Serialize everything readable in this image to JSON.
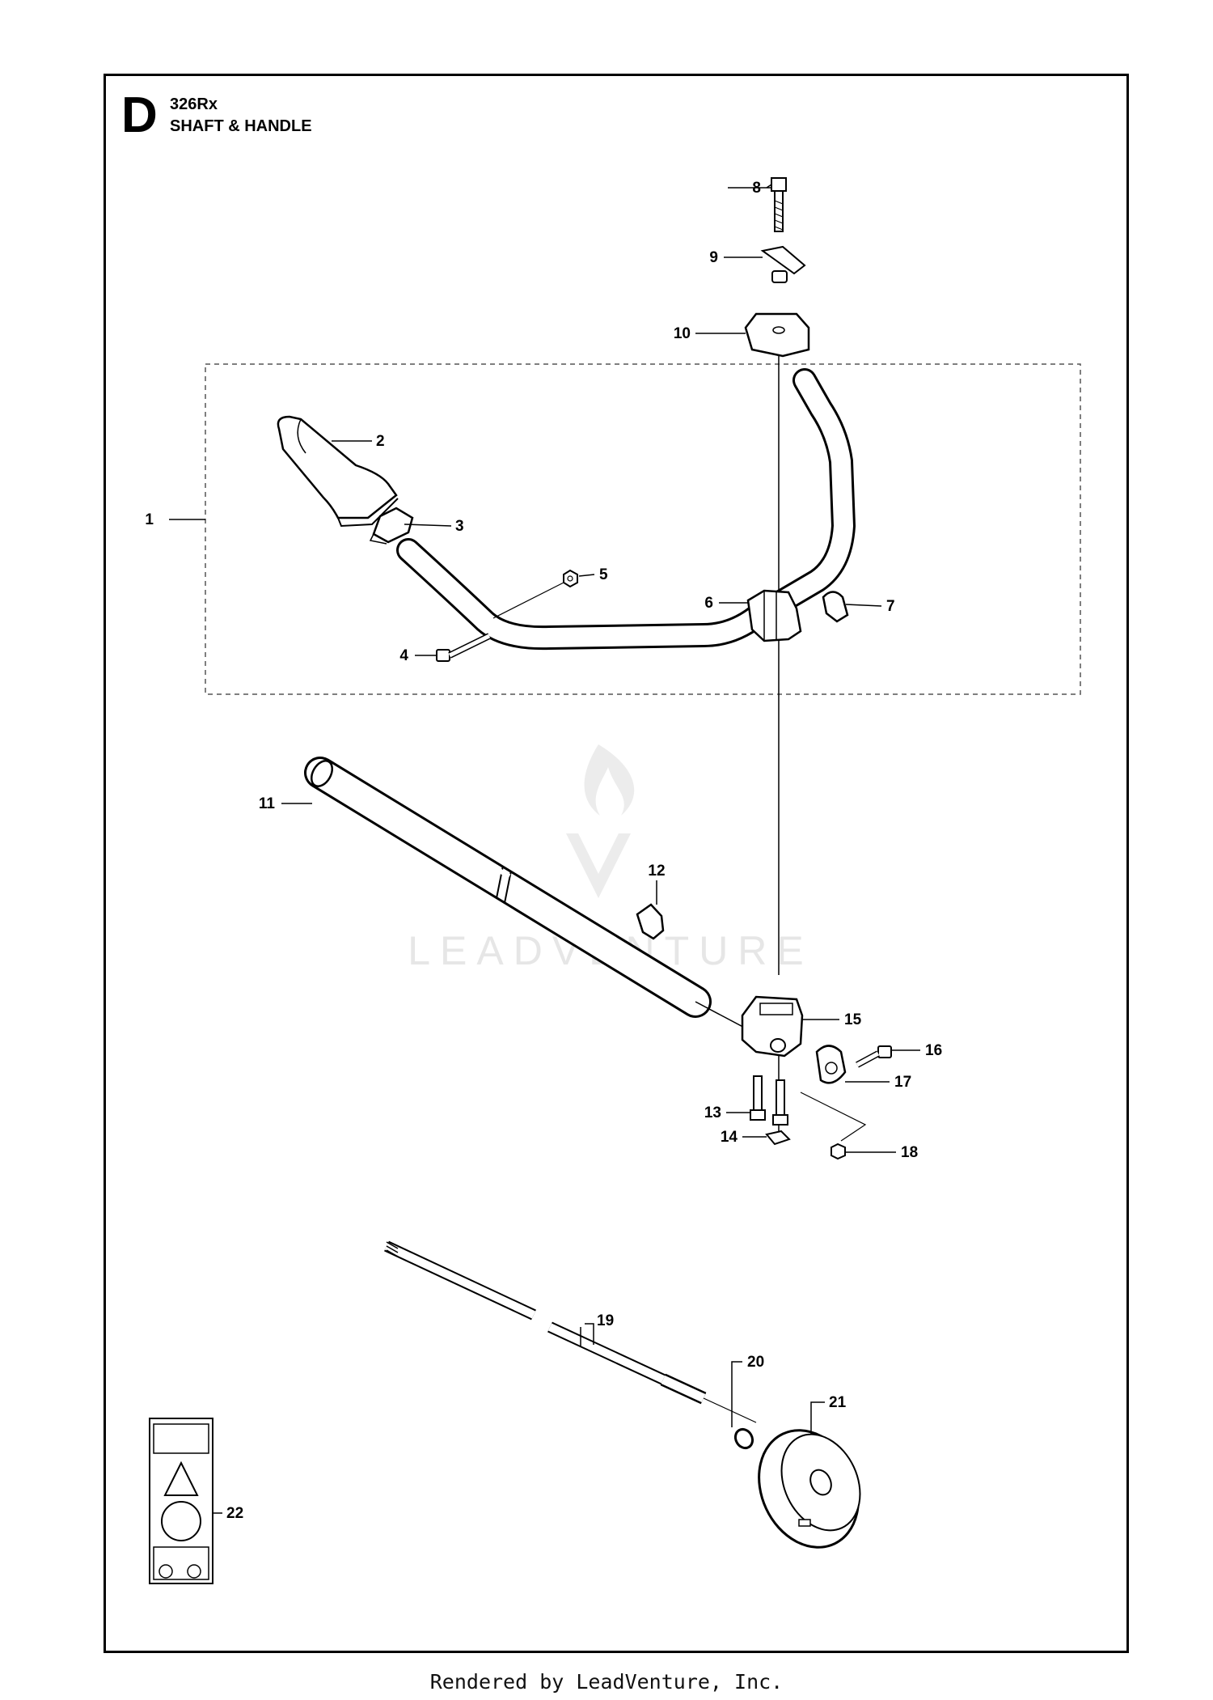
{
  "sheet": {
    "letter": "D",
    "model": "326Rx",
    "section_title": "SHAFT & HANDLE"
  },
  "callouts": [
    "1",
    "2",
    "3",
    "4",
    "5",
    "6",
    "7",
    "8",
    "9",
    "10",
    "11",
    "12",
    "13",
    "14",
    "15",
    "16",
    "17",
    "18",
    "19",
    "20",
    "21",
    "22"
  ],
  "watermark": {
    "text": "LEADVENTURE"
  },
  "footer": {
    "text": "Rendered by LeadVenture, Inc."
  }
}
